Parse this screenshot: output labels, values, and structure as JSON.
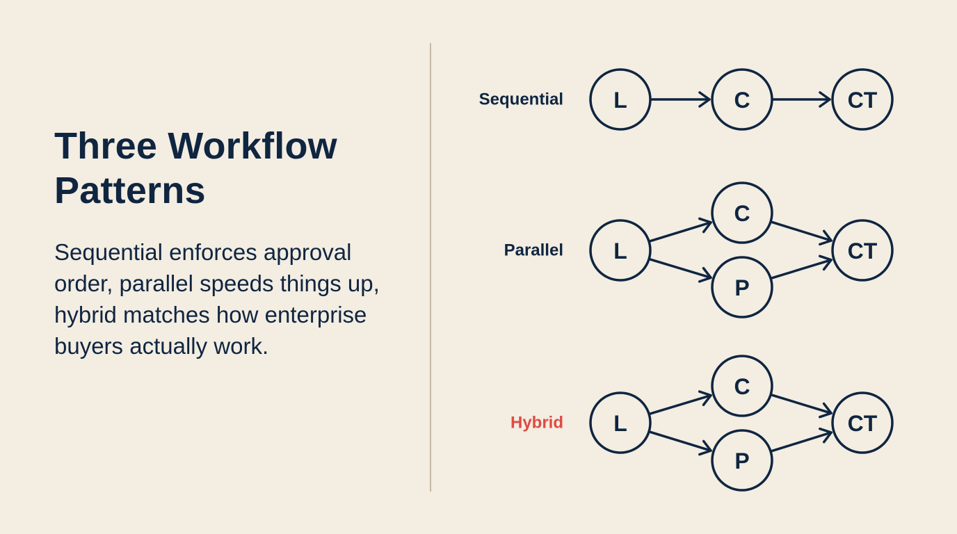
{
  "slide": {
    "title": "Three Workflow Patterns",
    "body": "Sequential enforces approval order, parallel speeds things up, hybrid matches how enterprise buyers actually work."
  },
  "diagram": {
    "text_color": "#0f2540",
    "accent_color": "#e04a41",
    "rows": [
      {
        "id": "sequential",
        "label": "Sequential",
        "label_color": "#0f2540",
        "nodes": [
          {
            "id": "L",
            "label": "L"
          },
          {
            "id": "C",
            "label": "C"
          },
          {
            "id": "CT",
            "label": "CT"
          }
        ],
        "edges": [
          [
            "L",
            "C"
          ],
          [
            "C",
            "CT"
          ]
        ]
      },
      {
        "id": "parallel",
        "label": "Parallel",
        "label_color": "#0f2540",
        "nodes": [
          {
            "id": "L",
            "label": "L"
          },
          {
            "id": "C",
            "label": "C"
          },
          {
            "id": "P",
            "label": "P"
          },
          {
            "id": "CT",
            "label": "CT"
          }
        ],
        "edges": [
          [
            "L",
            "C"
          ],
          [
            "L",
            "P"
          ],
          [
            "C",
            "CT"
          ],
          [
            "P",
            "CT"
          ]
        ]
      },
      {
        "id": "hybrid",
        "label": "Hybrid",
        "label_color": "#e04a41",
        "nodes": [
          {
            "id": "L",
            "label": "L"
          },
          {
            "id": "C",
            "label": "C"
          },
          {
            "id": "P",
            "label": "P"
          },
          {
            "id": "CT",
            "label": "CT"
          }
        ],
        "edges": [
          [
            "L",
            "C"
          ],
          [
            "L",
            "P"
          ],
          [
            "C",
            "CT"
          ],
          [
            "P",
            "CT"
          ]
        ]
      }
    ]
  }
}
